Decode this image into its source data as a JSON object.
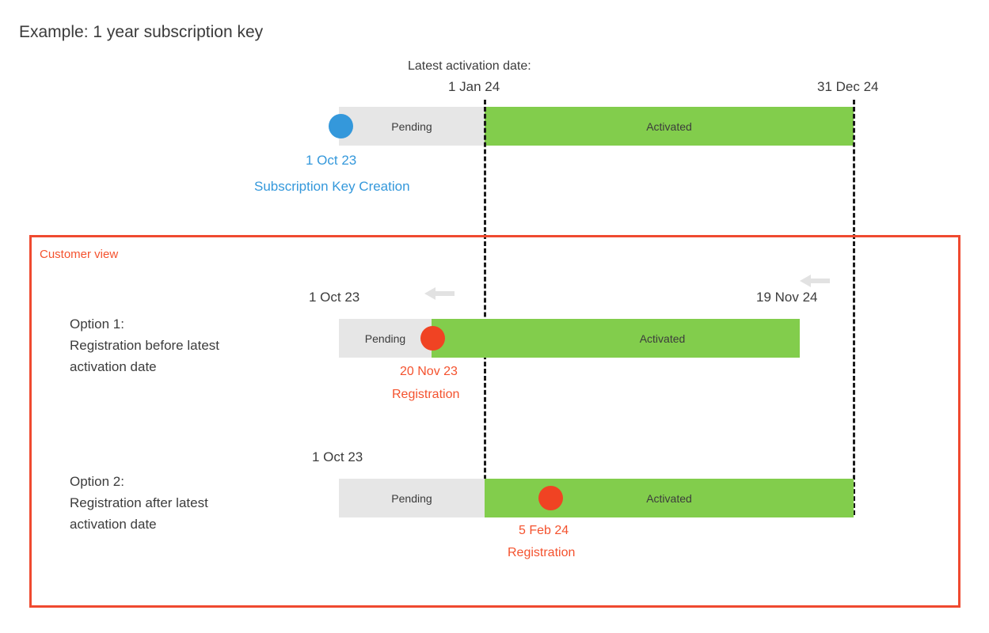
{
  "title": "Example: 1 year subscription key",
  "colors": {
    "blue": "#3498db",
    "red": "#f04323",
    "red_border": "#ef4a30",
    "green": "#82cd4c",
    "gray": "#e6e6e6",
    "text": "#3c3c3c",
    "dash": "#1a1a1a"
  },
  "top_timeline": {
    "latest_activation_caption": "Latest activation date:",
    "latest_activation_date": "1 Jan 24",
    "end_date": "31 Dec 24",
    "pending_label": "Pending",
    "activated_label": "Activated",
    "creation_date": "1 Oct 23",
    "creation_note": "Subscription Key Creation",
    "marker_icon": "blue-dot-icon"
  },
  "customer_view": {
    "label": "Customer view",
    "options": [
      {
        "id": "option-1",
        "description": "Option 1:\nRegistration before latest\nactivation date",
        "start_date": "1 Oct 23",
        "end_date": "19 Nov 24",
        "pending_label": "Pending",
        "activated_label": "Activated",
        "event_date": "20 Nov 23",
        "event_label": "Registration",
        "marker_icon": "red-dot-icon",
        "arrow_left_icon": "arrow-left-icon",
        "arrow_right_icon": "arrow-left-icon"
      },
      {
        "id": "option-2",
        "description": "Option 2:\nRegistration after latest\nactivation date",
        "start_date": "1 Oct 23",
        "end_date": "",
        "pending_label": "Pending",
        "activated_label": "Activated",
        "event_date": "5 Feb 24",
        "event_label": "Registration",
        "marker_icon": "red-dot-icon"
      }
    ]
  }
}
